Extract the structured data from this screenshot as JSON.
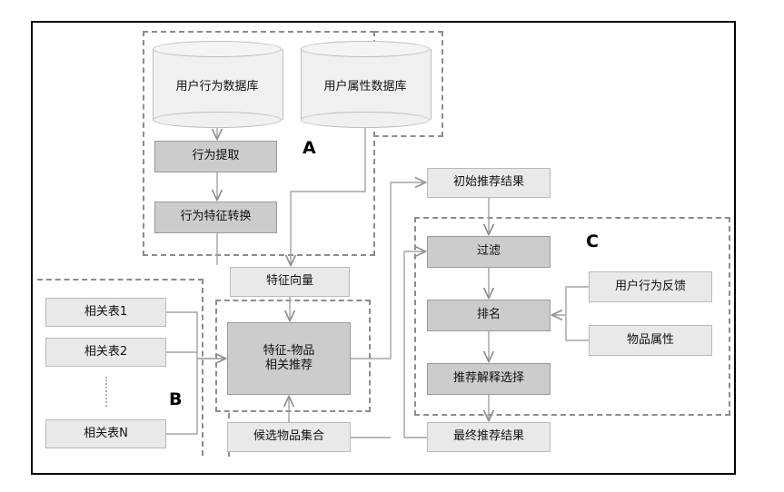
{
  "diagram": {
    "type": "flowchart",
    "title": "",
    "groups": [
      {
        "id": "A",
        "label": "A"
      },
      {
        "id": "B",
        "label": "B"
      },
      {
        "id": "C",
        "label": "C"
      }
    ],
    "databases": [
      {
        "id": "db-user-behavior",
        "label": "用户行为数据库"
      },
      {
        "id": "db-user-attribute",
        "label": "用户属性数据库"
      }
    ],
    "nodes": {
      "behavior_extract": "行为提取",
      "behavior_feature_transform": "行为特征转换",
      "feature_vector": "特征向量",
      "related_table_1": "相关表1",
      "related_table_2": "相关表2",
      "related_table_n": "相关表N",
      "feature_item_rec_line1": "特征-物品",
      "feature_item_rec_line2": "相关推荐",
      "candidate_item_set": "候选物品集合",
      "initial_rec_result": "初始推荐结果",
      "filter": "过滤",
      "ranking": "排名",
      "rec_explain_select": "推荐解释选择",
      "final_rec_result": "最终推荐结果",
      "user_behavior_feedback": "用户行为反馈",
      "item_attribute": "物品属性"
    },
    "colors": {
      "frame_border": "#000000",
      "box_light_fill": "#e9e9e9",
      "box_light_border": "#b9b9b9",
      "box_dark_fill": "#cccccc",
      "box_dark_border": "#9a9a9a",
      "cylinder_fill": "#f0f0f0",
      "cylinder_border": "#bdbdbd",
      "group_dash": "#8c8c8c",
      "connector": "#9a9a9a",
      "background": "#ffffff"
    }
  }
}
